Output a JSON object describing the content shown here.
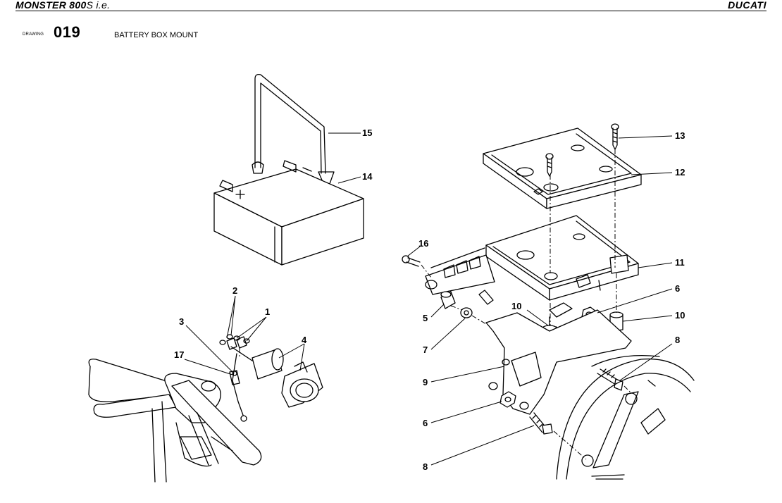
{
  "header": {
    "model": "MONSTER 800",
    "model_suffix": "S i.e.",
    "brand": "DUCATI"
  },
  "drawing": {
    "label": "DRAWING",
    "number": "019",
    "title": "BATTERY BOX MOUNT"
  },
  "callouts": {
    "c1": "1",
    "c2": "2",
    "c3": "3",
    "c4": "4",
    "c5": "5",
    "c6a": "6",
    "c6b": "6",
    "c7": "7",
    "c8a": "8",
    "c8b": "8",
    "c9": "9",
    "c10a": "10",
    "c10b": "10",
    "c11": "11",
    "c12": "12",
    "c13": "13",
    "c14": "14",
    "c15": "15",
    "c16": "16",
    "c17": "17"
  }
}
